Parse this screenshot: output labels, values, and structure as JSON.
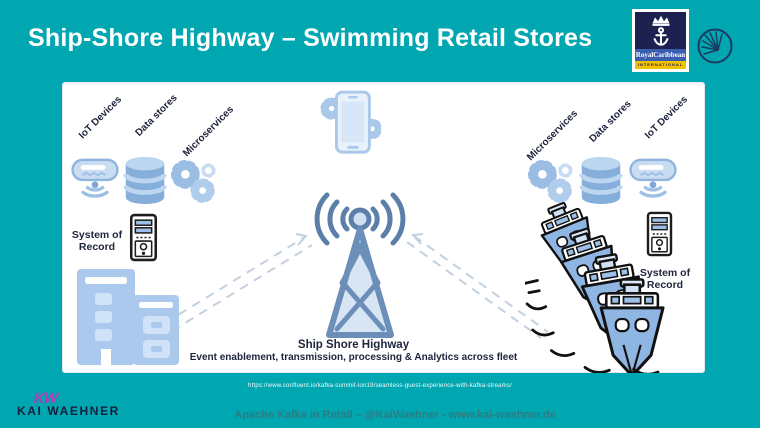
{
  "colors": {
    "teal": "#00a7b0",
    "panel": "#ffffff",
    "navy_text": "#20263e",
    "icon_blue_light": "#c9dcf2",
    "icon_blue_mid": "#9fc0e6",
    "tower_blue": "#5b7fa8",
    "dash_gray": "#c3d0e0",
    "rc_navy": "#1c2150",
    "rc_blue": "#3a5dae",
    "rc_yellow": "#f2c200",
    "kw_magenta": "#b13fb5",
    "footer_text": "#2a7d84"
  },
  "header": {
    "title": "Ship-Shore Highway – Swimming Retail Stores",
    "royal_caribbean_logo": {
      "name": "RoyalCaribbean",
      "tagline": "INTERNATIONAL",
      "crest_icon": "crown-anchor-icon"
    },
    "spark_logo_icon": "starburst-circle-icon"
  },
  "diagram": {
    "left": {
      "labels": [
        "IoT Devices",
        "Data stores",
        "Microservices"
      ],
      "icons": [
        "iot-device-icon",
        "database-icon",
        "gears-icon"
      ],
      "system_of_record_label": "System of Record",
      "system_icon": "computer-tower-icon",
      "site_icon": "office-building-icon"
    },
    "center": {
      "top_icon": "smartphone-gears-icon",
      "tower_icon": "radio-tower-icon",
      "title": "Ship Shore Highway",
      "subtitle": "Event enablement, transmission, processing & Analytics across fleet"
    },
    "right": {
      "labels": [
        "Microservices",
        "Data stores",
        "IoT Devices"
      ],
      "icons": [
        "gears-icon",
        "database-icon",
        "iot-device-icon"
      ],
      "system_of_record_label": "System of Record",
      "system_icon": "computer-tower-icon",
      "site_icon": "cruise-ships-icon"
    }
  },
  "source_link": "https://www.confluent.io/kafka-summit-lon19/seamless-guest-experience-with-kafka-streams/",
  "footer": {
    "brand_monogram": "KW",
    "brand_name": "KAI WAEHNER",
    "credit": "Apache Kafka in Retail – @KaiWaehner - www.kai-waehner.de"
  }
}
